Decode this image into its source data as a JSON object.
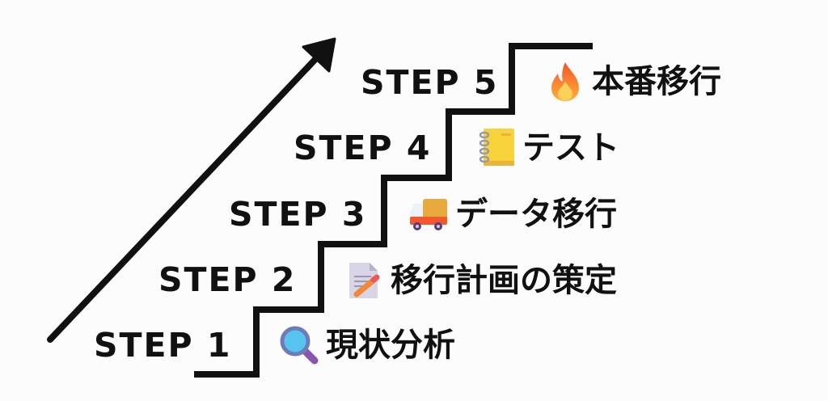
{
  "steps": [
    {
      "label": "STEP 1",
      "task": "現状分析",
      "icon": "magnifier-icon"
    },
    {
      "label": "STEP 2",
      "task": "移行計画の策定",
      "icon": "memo-icon"
    },
    {
      "label": "STEP 3",
      "task": "データ移行",
      "icon": "truck-icon"
    },
    {
      "label": "STEP 4",
      "task": "テスト",
      "icon": "notebook-icon"
    },
    {
      "label": "STEP 5",
      "task": "本番移行",
      "icon": "fire-icon"
    }
  ],
  "colors": {
    "line": "#111111",
    "background": "#fdfcfd"
  }
}
